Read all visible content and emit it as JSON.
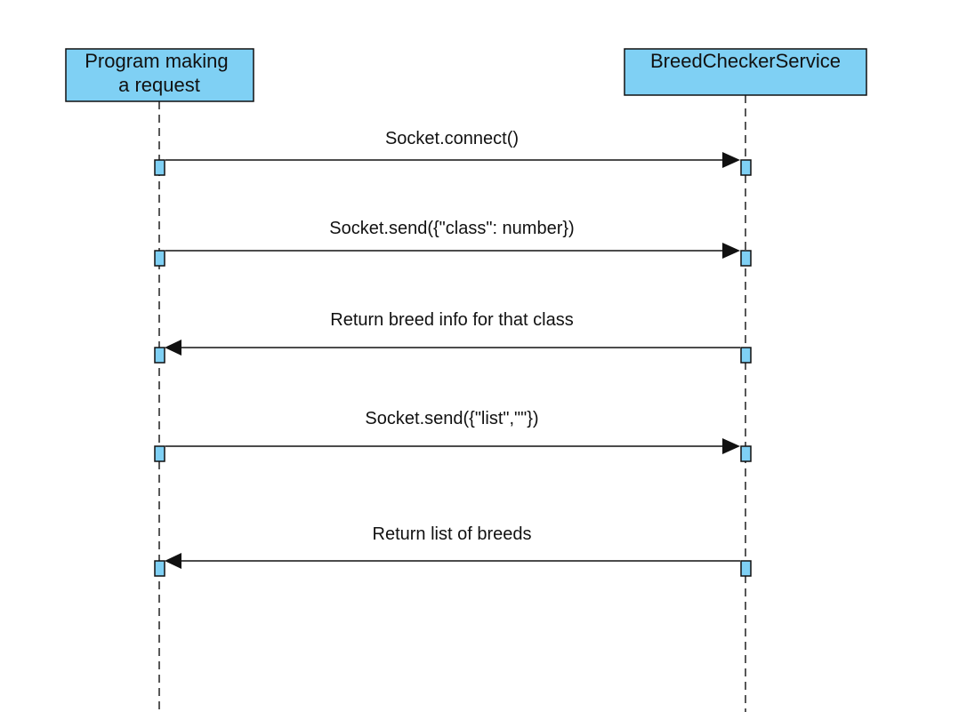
{
  "participants": {
    "client": {
      "label_lines": [
        "Program making",
        "a request"
      ]
    },
    "service": {
      "label_lines": [
        "BreedCheckerService"
      ]
    }
  },
  "messages": [
    {
      "label": "Socket.connect()",
      "from": "client",
      "to": "service"
    },
    {
      "label": "Socket.send({\"class\": number})",
      "from": "client",
      "to": "service"
    },
    {
      "label": "Return breed info for that class",
      "from": "service",
      "to": "client"
    },
    {
      "label": "Socket.send({\"list\",\"\"})",
      "from": "client",
      "to": "service"
    },
    {
      "label": "Return list of breeds",
      "from": "service",
      "to": "client"
    }
  ],
  "colors": {
    "participant_fill": "#7fd0f4",
    "line": "#111111"
  }
}
